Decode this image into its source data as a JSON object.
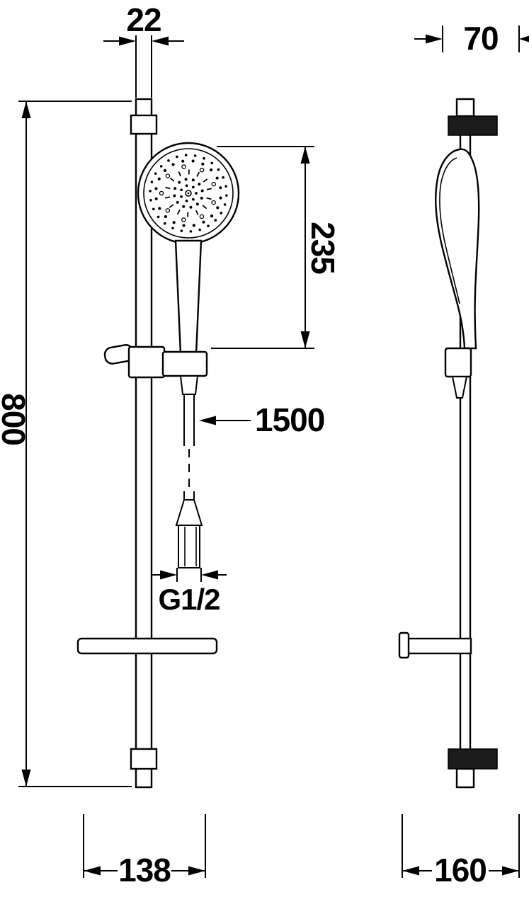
{
  "drawing": {
    "colors": {
      "line": "#000000",
      "background": "#ffffff",
      "bracket_fill": "#1b1b1b"
    }
  },
  "front_view": {
    "rail_width": "22",
    "rail_length": "800",
    "handshower_length": "235",
    "hose_length": "1500",
    "hose_thread": "G1/2",
    "base_width": "138"
  },
  "side_view": {
    "bracket_depth": "70",
    "base_depth": "160"
  }
}
